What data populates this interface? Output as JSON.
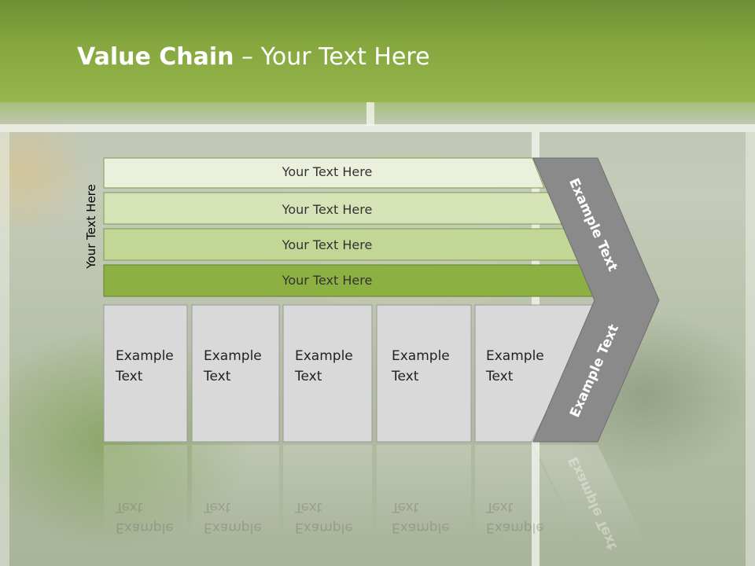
{
  "slide": {
    "title_bold": "Value Chain",
    "title_rest": " – Your Text Here",
    "side_label": "Your Text Here"
  },
  "bars": [
    {
      "label": "Your Text Here",
      "color": "#eaf0dc"
    },
    {
      "label": "Your Text Here",
      "color": "#d5e3b6"
    },
    {
      "label": "Your Text Here",
      "color": "#c2d796"
    },
    {
      "label": "Your Text Here",
      "color": "#8db043"
    }
  ],
  "boxes": [
    {
      "label": "Example\nText"
    },
    {
      "label": "Example\nText"
    },
    {
      "label": "Example\nText"
    },
    {
      "label": "Example\nText"
    },
    {
      "label": "Example\nText"
    }
  ],
  "chevron": {
    "top_label": "Example Text",
    "bottom_label": "Example Text",
    "color": "#8a8a8a"
  },
  "colors": {
    "header": "#86a83f",
    "box_fill": "#d9d9d9",
    "box_border": "#9a9a9a"
  }
}
